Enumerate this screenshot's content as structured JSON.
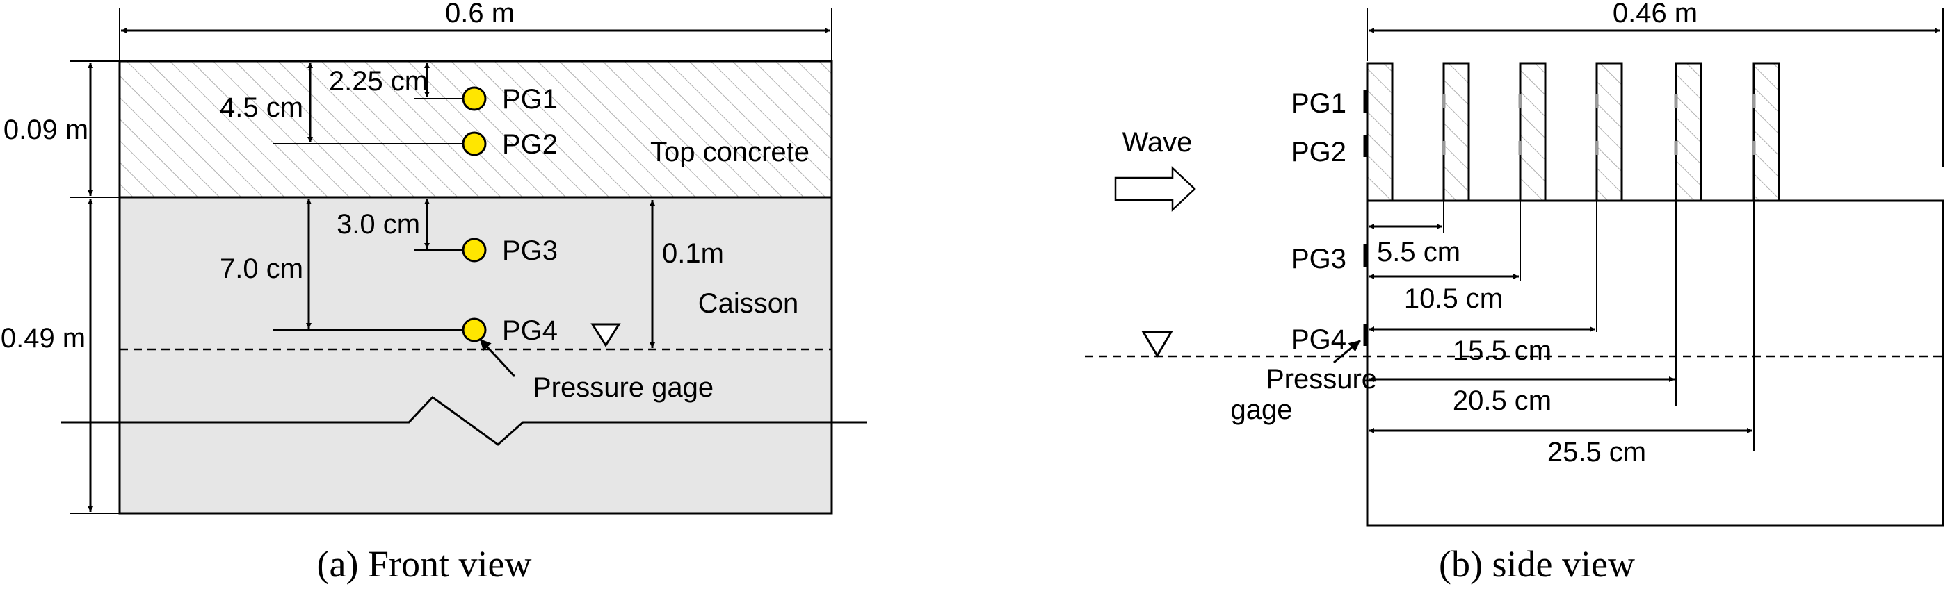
{
  "front": {
    "caption": "(a)  Front view",
    "width_label": "0.6 m",
    "top_height_label": "0.09 m",
    "caisson_height_label": "0.49 m",
    "d1_label": "2.25 cm",
    "d2_label": "4.5 cm",
    "d3_label": "3.0 cm",
    "d4_label": "7.0 cm",
    "swl_label": "0.1m",
    "top_concrete_label": "Top concrete",
    "caisson_label": "Caisson",
    "pressure_gage_label": "Pressure gage",
    "gauges": [
      "PG1",
      "PG2",
      "PG3",
      "PG4"
    ]
  },
  "side": {
    "caption": "(b)  side view",
    "width_label": "0.46 m",
    "wave_label": "Wave",
    "gauges": [
      "PG1",
      "PG2",
      "PG3",
      "PG4"
    ],
    "pressure_gage_label": [
      "Pressure",
      "gage"
    ],
    "spacing_labels": [
      "5.5 cm",
      "10.5 cm",
      "15.5 cm",
      "20.5 cm",
      "25.5 cm"
    ]
  },
  "colors": {
    "caisson_fill": "#e6e6e6",
    "gauge_fill": "#ffe600",
    "hatch": "#b0b0b0"
  }
}
